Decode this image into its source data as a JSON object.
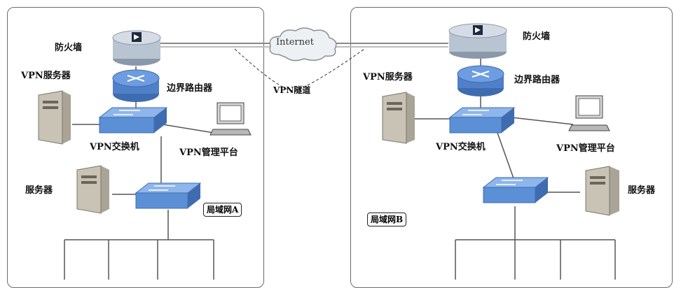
{
  "internet": {
    "label": "Internet"
  },
  "tunnel": {
    "label": "VPN隧道"
  },
  "site_a": {
    "firewall": "防火墙",
    "edge_router": "边界路由器",
    "vpn_server": "VPN服务器",
    "vpn_switch": "VPN交换机",
    "vpn_console": "VPN管理平台",
    "server": "服务器",
    "lan": "局域网A"
  },
  "site_b": {
    "firewall": "防火墙",
    "edge_router": "边界路由器",
    "vpn_server": "VPN服务器",
    "vpn_switch": "VPN交换机",
    "vpn_console": "VPN管理平台",
    "server": "服务器",
    "lan": "局域网B"
  },
  "colors": {
    "device_blue": "#5b8fd6",
    "firewall_gray": "#b9c4d2",
    "server_gray": "#b9b4a8"
  }
}
